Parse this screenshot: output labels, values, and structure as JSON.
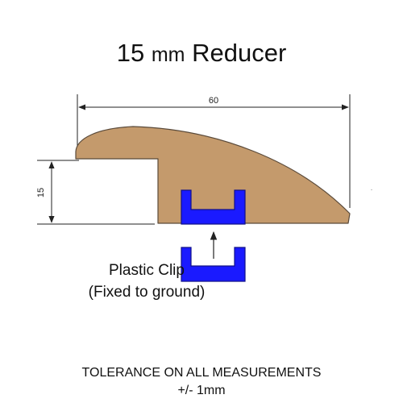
{
  "title": {
    "size": "15",
    "unit": "mm",
    "name": "Reducer"
  },
  "dimensions": {
    "width": "60",
    "height": "15"
  },
  "callout": {
    "line1": "Plastic Clip",
    "line2": "(Fixed to ground)"
  },
  "tolerance": {
    "line1": "TOLERANCE ON ALL MEASUREMENTS",
    "line2": "+/- 1mm"
  },
  "colors": {
    "profile_fill": "#c49a6c",
    "profile_stroke": "#5a4a3a",
    "clip_fill": "#1a1aff",
    "clip_stroke": "#101088",
    "dimension_line": "#222222"
  }
}
